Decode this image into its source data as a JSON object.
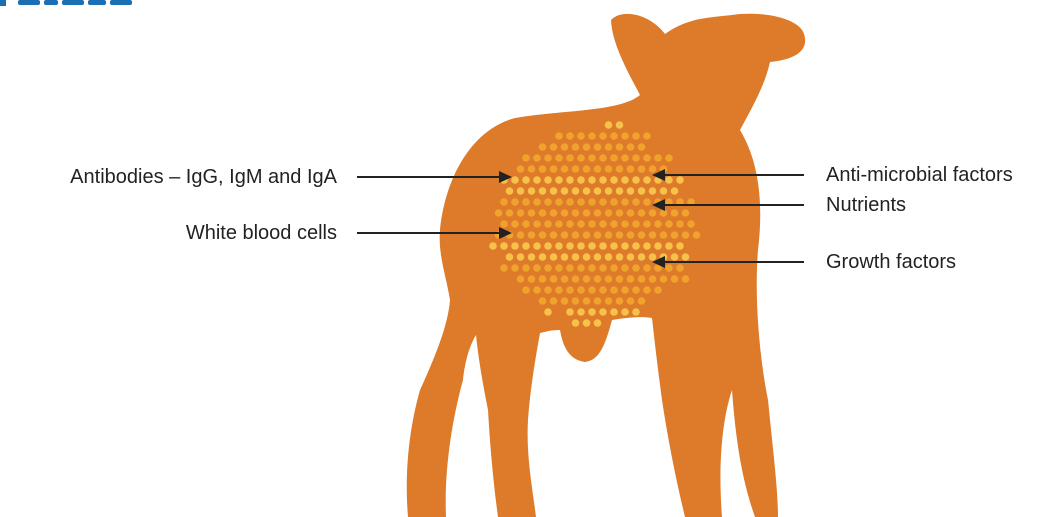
{
  "labels": {
    "left": [
      {
        "id": "antibodies",
        "text": "Antibodies – IgG, IgM and IgA"
      },
      {
        "id": "white-blood-cells",
        "text": "White blood cells"
      }
    ],
    "right": [
      {
        "id": "anti-microbial",
        "text": "Anti-microbial factors"
      },
      {
        "id": "nutrients",
        "text": "Nutrients"
      },
      {
        "id": "growth-factors",
        "text": "Growth factors"
      }
    ]
  },
  "colors": {
    "calf": "#dd7b2a",
    "dot_light": "#f6c24a",
    "dot_mid": "#f0a22d",
    "dot_dark": "#c0561d",
    "arrow": "#222222",
    "heading_fragment": "#1a6fb5"
  }
}
